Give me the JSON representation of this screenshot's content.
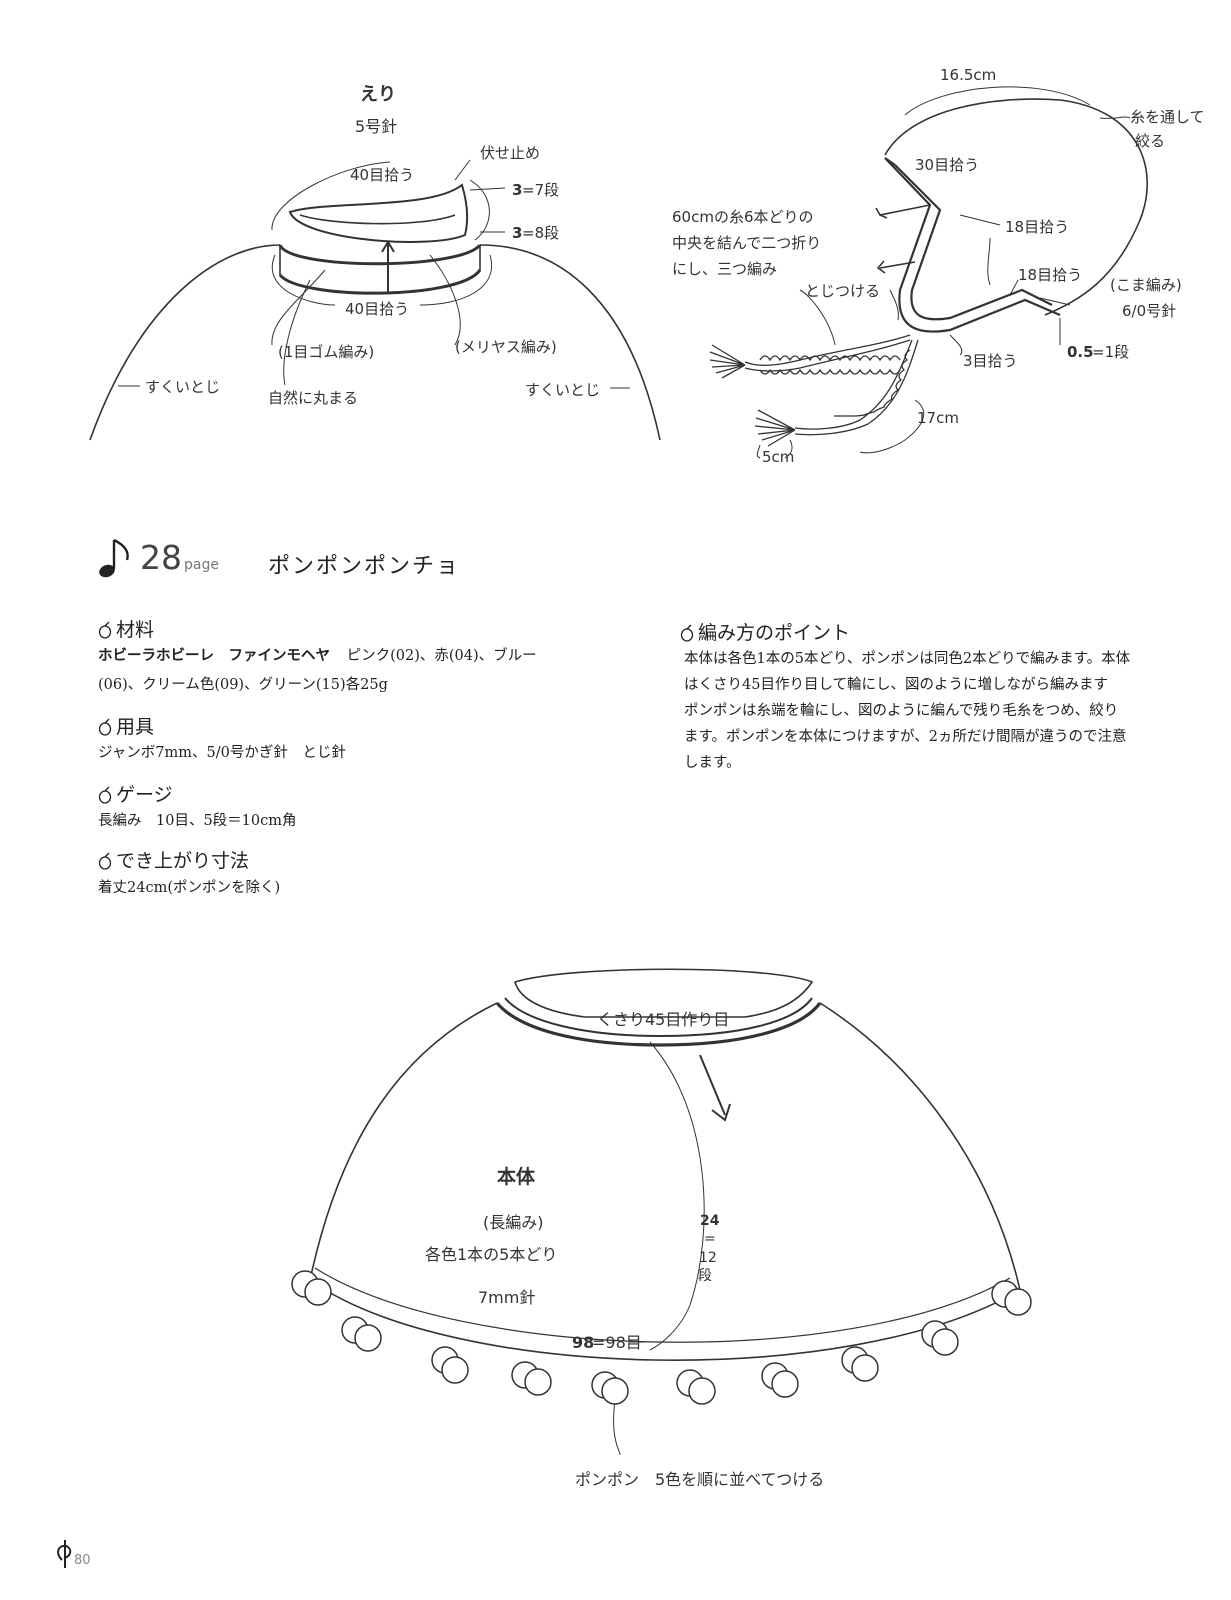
{
  "collar": {
    "title": "えり",
    "needle": "5号針",
    "pickup_top": "40目拾う",
    "bindoff": "伏せ止め",
    "rows_a_num": "3",
    "rows_a_txt": "=7段",
    "rows_b_num": "3",
    "rows_b_txt": "=8段",
    "pickup_bottom": "40目拾う",
    "rib": "(1目ゴム編み)",
    "stockinette": "(メリヤス編み)",
    "curl": "自然に丸まる",
    "seam_left": "すくいとじ",
    "seam_right": "すくいとじ"
  },
  "hood": {
    "top_len": "16.5cm",
    "gather1": "糸を通して",
    "gather2": "絞る",
    "pick30": "30目拾う",
    "pick18a": "18目拾う",
    "pick18b": "18目拾う",
    "cord1": "60cmの糸6本どりの",
    "cord2": "中央を結んで二つ折り",
    "cord3": "にし、三つ編み",
    "attach": "とじつける",
    "sc": "(こま編み)",
    "hook": "6/0号針",
    "pick3": "3目拾う",
    "rows_num": "0.5",
    "rows_txt": "=1段",
    "len17": "17cm",
    "len5": "5cm"
  },
  "section": {
    "number": "28",
    "page_word": "page",
    "title": "ポンポンポンチョ"
  },
  "materials": {
    "heading": "材料",
    "line1_bold": "ホビーラホビーレ　ファインモヘヤ",
    "line1_rest": "ピンク(02)、赤(04)、ブルー",
    "line2": "(06)、クリーム色(09)、グリーン(15)各25g"
  },
  "tools": {
    "heading": "用具",
    "line": "ジャンボ7mm、5/0号かぎ針　とじ針"
  },
  "gauge": {
    "heading": "ゲージ",
    "line": "長編み　10目、5段＝10cm角"
  },
  "size": {
    "heading": "でき上がり寸法",
    "line": "着丈24cm(ポンポンを除く)"
  },
  "points": {
    "heading": "編み方のポイント",
    "l1": "本体は各色1本の5本どり、ポンポンは同色2本どりで編みます。本体",
    "l2": "はくさり45目作り目して輪にし、図のように増しながら編みます",
    "l3": "ポンポンは糸端を輪にし、図のように編んで残り毛糸をつめ、絞り",
    "l4": "ます。ポンポンを本体につけますが、2ヵ所だけ間隔が違うので注意",
    "l5": "します。"
  },
  "body": {
    "chain": "くさり45目作り目",
    "title": "本体",
    "stitch": "(長編み)",
    "strands": "各色1本の5本どり",
    "needle": "7mm針",
    "rows_num": "24",
    "rows_eq": "=",
    "rows_val": "12",
    "rows_unit": "段",
    "stitches_num": "98",
    "stitches_txt": "=98目",
    "pompom": "ポンポン　5色を順に並べてつける"
  },
  "footer": {
    "page_num": "80"
  }
}
